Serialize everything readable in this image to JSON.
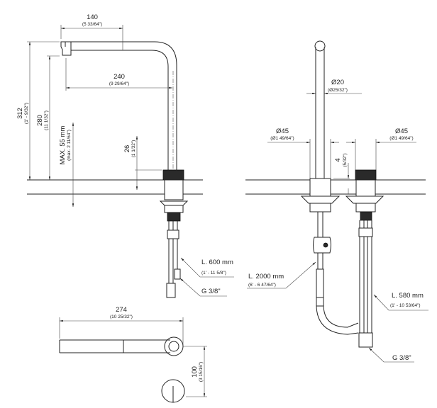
{
  "side_view": {
    "dim_spout_reach": {
      "mm": "140",
      "inch": "(5 33/64\")"
    },
    "dim_spout_to_axis": {
      "mm": "240",
      "inch": "(9 29/64\")"
    },
    "dim_total_height": {
      "mm": "312",
      "inch": "(1' - 9/32\")"
    },
    "dim_outlet_height": {
      "mm": "280",
      "inch": "(11 1/32\")"
    },
    "dim_max_deck": {
      "mm": "MAX. 55 mm",
      "inch": "(max. 2 11/64\")"
    },
    "dim_base_height": {
      "mm": "26",
      "inch": "(1 1/32\")"
    },
    "hose_length": {
      "mm": "L. 600 mm",
      "inch": "(1' - 11 5/8\")"
    },
    "thread": "G 3/8\""
  },
  "front_view": {
    "dim_pipe_dia": {
      "mm": "Ø20",
      "inch": "(Ø25/32\")"
    },
    "dim_base_left": {
      "mm": "Ø45",
      "inch": "(Ø1 49/64\")"
    },
    "dim_base_right": {
      "mm": "Ø45",
      "inch": "(Ø1 49/64\")"
    },
    "dim_gap": {
      "mm": "4",
      "inch": "(5/32\")"
    },
    "cable_length": {
      "mm": "L. 2000 mm",
      "inch": "(6' - 6 47/64\")"
    },
    "hose_length": {
      "mm": "L. 580 mm",
      "inch": "(1' - 10 53/64\")"
    },
    "thread": "G 3/8\""
  },
  "plan_view": {
    "dim_length": {
      "mm": "274",
      "inch": "(10 25/32\")"
    },
    "dim_spacing": {
      "mm": "100",
      "inch": "(3 15/16\")"
    }
  }
}
